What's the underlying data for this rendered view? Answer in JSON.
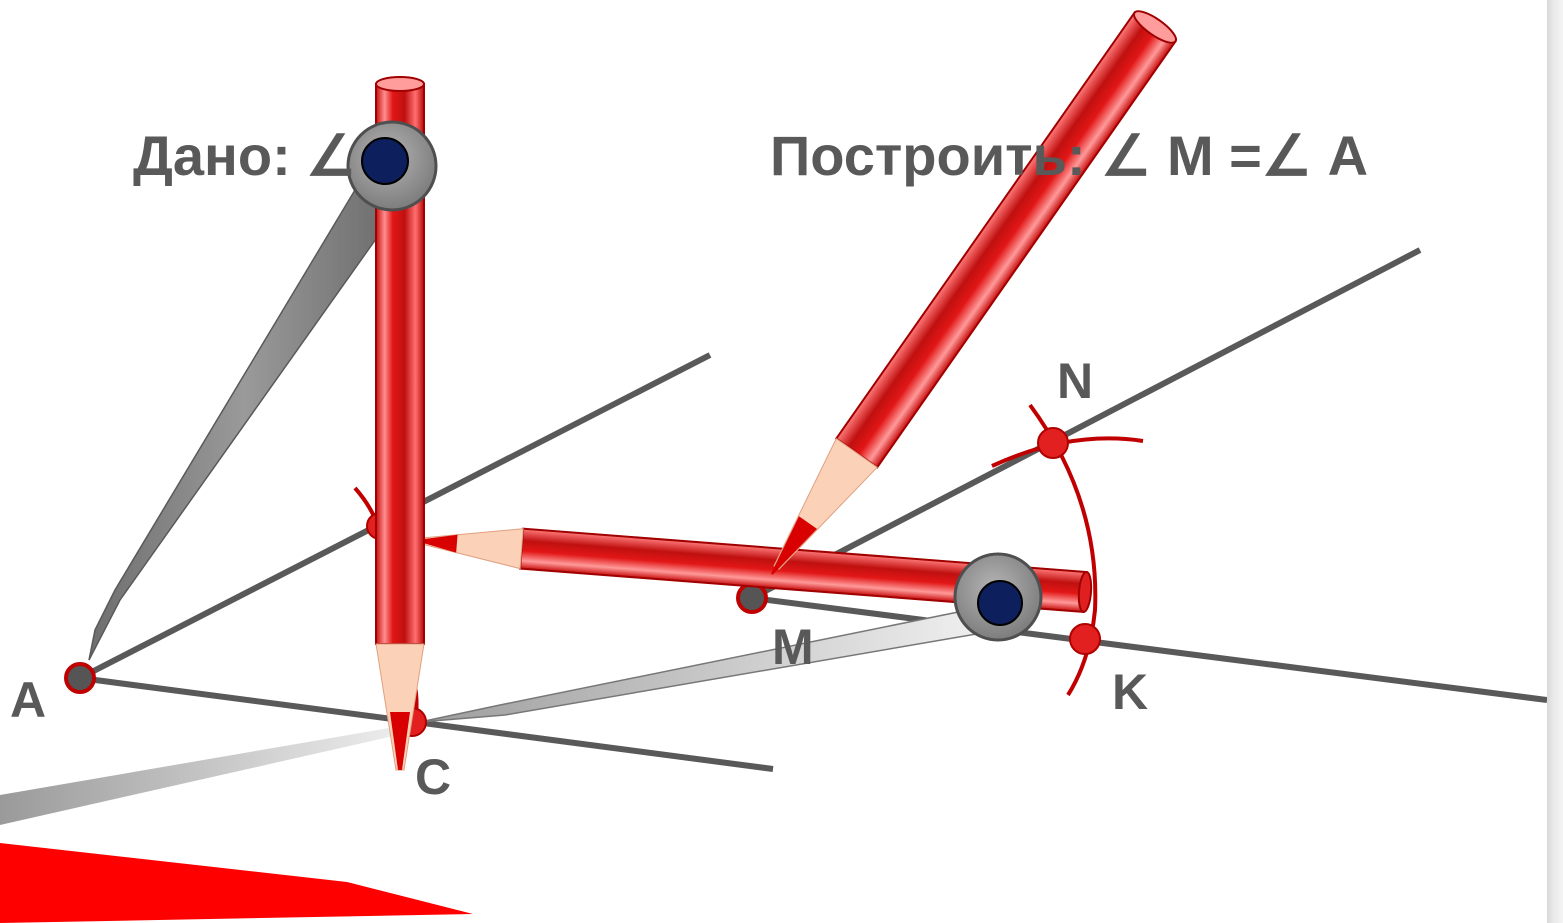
{
  "given_text": "Дано: ∠",
  "construct_text": "Построить: ∠ М =∠ А",
  "points": {
    "A": "A",
    "C": "C",
    "M": "M",
    "N": "N",
    "K": "K"
  },
  "colors": {
    "line": "#595959",
    "point_red": "#e32020",
    "point_grey": "#4f4f4f",
    "pencil_red": "#e01818",
    "pencil_light": "#ff9a9a",
    "pencil_wood": "#fbd2b8",
    "compass_grey": "#8c8c8c",
    "compass_knob": "#0d1f5c",
    "label": "#595959"
  },
  "icons": {
    "compass_left": "compass-icon",
    "compass_right": "compass-icon",
    "pencil_vertical": "pencil-icon",
    "pencil_horizontal": "pencil-icon",
    "pencil_diagonal": "pencil-icon"
  }
}
